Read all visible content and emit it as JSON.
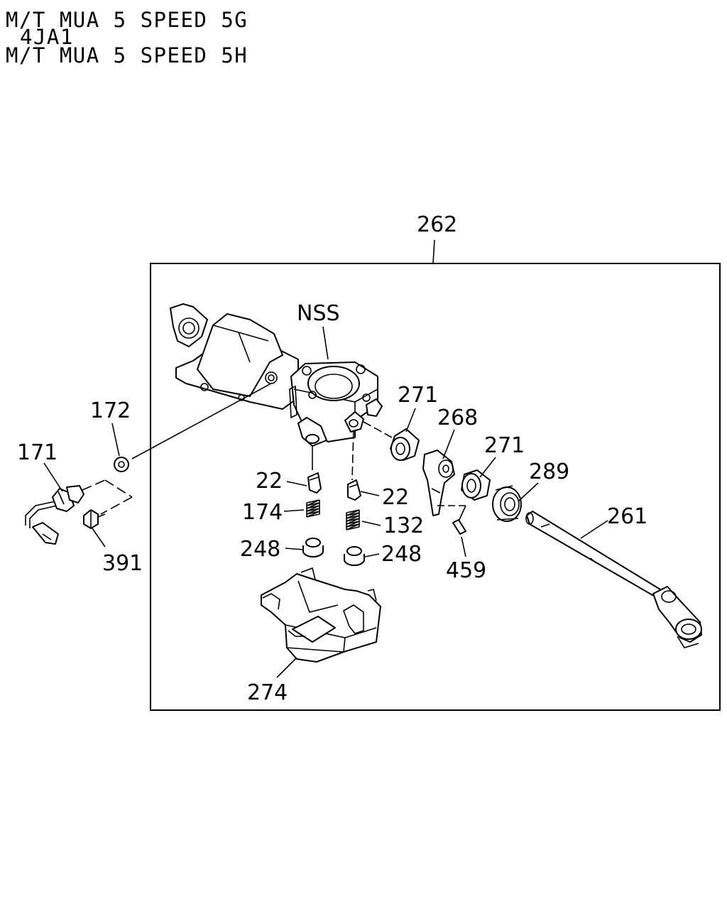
{
  "header": {
    "line1": "M/T MUA 5 SPEED 5G",
    "line2": "4JA1",
    "line3": "M/T MUA 5 SPEED 5H"
  },
  "callouts": {
    "p262": "262",
    "nss": "NSS",
    "p271a": "271",
    "p268": "268",
    "p271b": "271",
    "p289": "289",
    "p261": "261",
    "p172": "172",
    "p171": "171",
    "p391": "391",
    "p22a": "22",
    "p22b": "22",
    "p174": "174",
    "p132": "132",
    "p248a": "248",
    "p248b": "248",
    "p459": "459",
    "p274": "274"
  }
}
